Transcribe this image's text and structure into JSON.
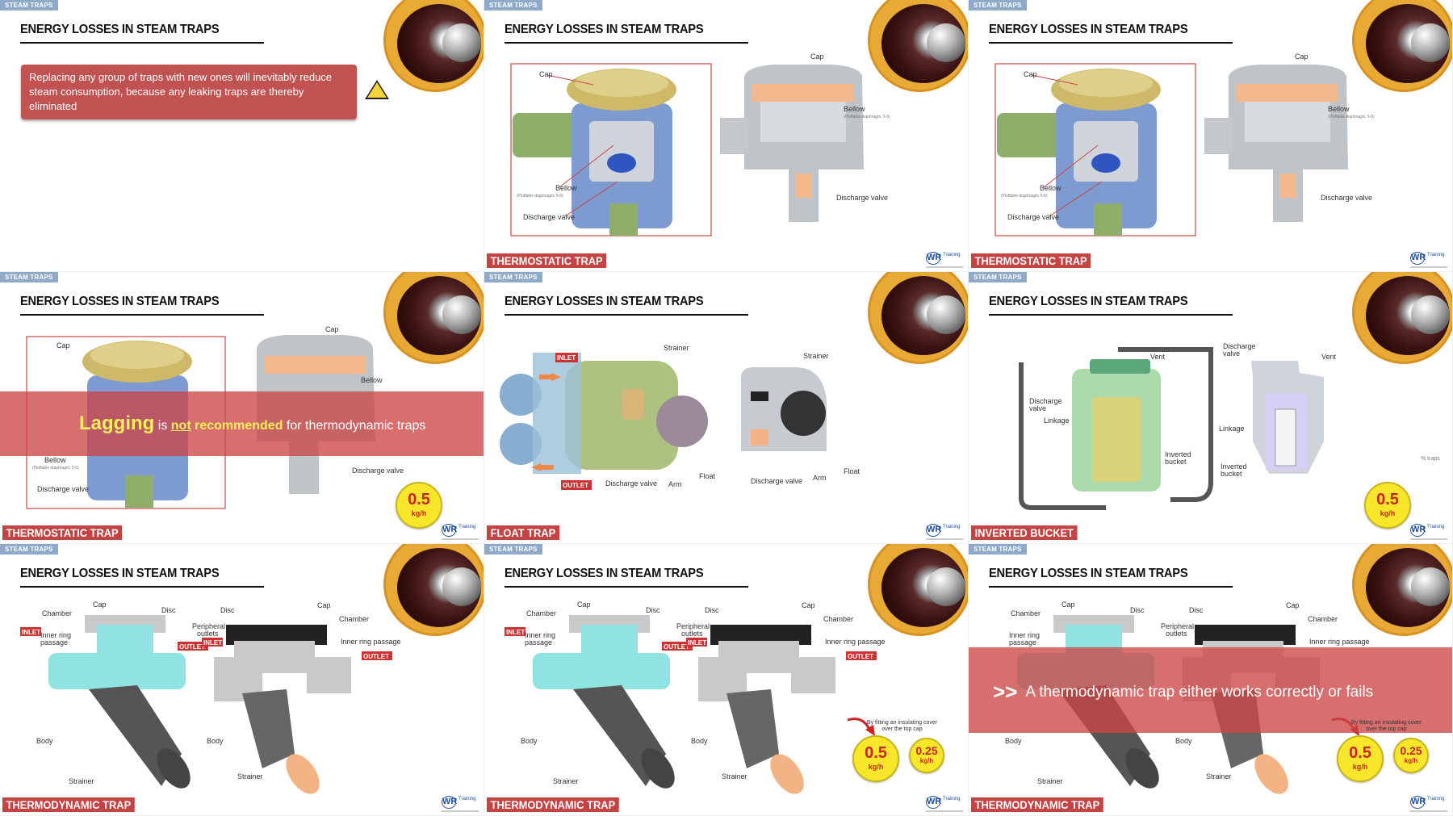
{
  "header_tag": "STEAM TRAPS",
  "slide_title": "ENERGY LOSSES IN STEAM TRAPS",
  "logo": {
    "mark": "WR",
    "text": "Training"
  },
  "callout_text": "Replacing any group of traps with new ones will inevitably reduce steam consumption, because any leaking traps are thereby eliminated",
  "warning_symbol": "!",
  "labels": {
    "thermostatic": "THERMOSTATIC TRAP",
    "float": "FLOAT TRAP",
    "inverted": "INVERTED BUCKET",
    "thermodynamic": "THERMODYNAMIC TRAP"
  },
  "parts": {
    "cap": "Cap",
    "bellow": "Bellow",
    "bellow_sub": "(Pluffable diaphragm, 5-6)",
    "discharge_valve": "Discharge valve",
    "discharge": "Discharge",
    "valve": "valve",
    "strainer": "Strainer",
    "float": "Float",
    "arm": "Arm",
    "inlet": "INLET",
    "outlet": "OUTLET",
    "vent": "Vent",
    "linkage": "Linkage",
    "inverted": "Inverted",
    "bucket": "bucket",
    "inverted_bucket": "Inverted bucket",
    "chamber": "Chamber",
    "disc": "Disc",
    "inner_ring": "Inner ring",
    "passage": "passage",
    "inner_ring_passage": "Inner ring passage",
    "peripheral": "Peripheral",
    "outlets": "outlets",
    "body": "Body"
  },
  "overlay_lagging": {
    "word1": "Lagging",
    "word2": " is ",
    "word3": "not",
    "word4": " recommended",
    "word5": " for thermodynamic traps"
  },
  "overlay_works": {
    "arrow": ">>",
    "text": "A thermodynamic trap either works correctly or fails"
  },
  "badges": {
    "value_a": "0.5",
    "value_b": "0.25",
    "unit": "kg/h"
  },
  "note_insulating": "By fitting an insulating cover over the top cap",
  "inverted_note": "% traps",
  "colors": {
    "accent_red": "#c44444",
    "tag_blue": "#8fa9c8",
    "badge_yellow": "#f7e62a",
    "overlay_red": "#cc4646"
  }
}
